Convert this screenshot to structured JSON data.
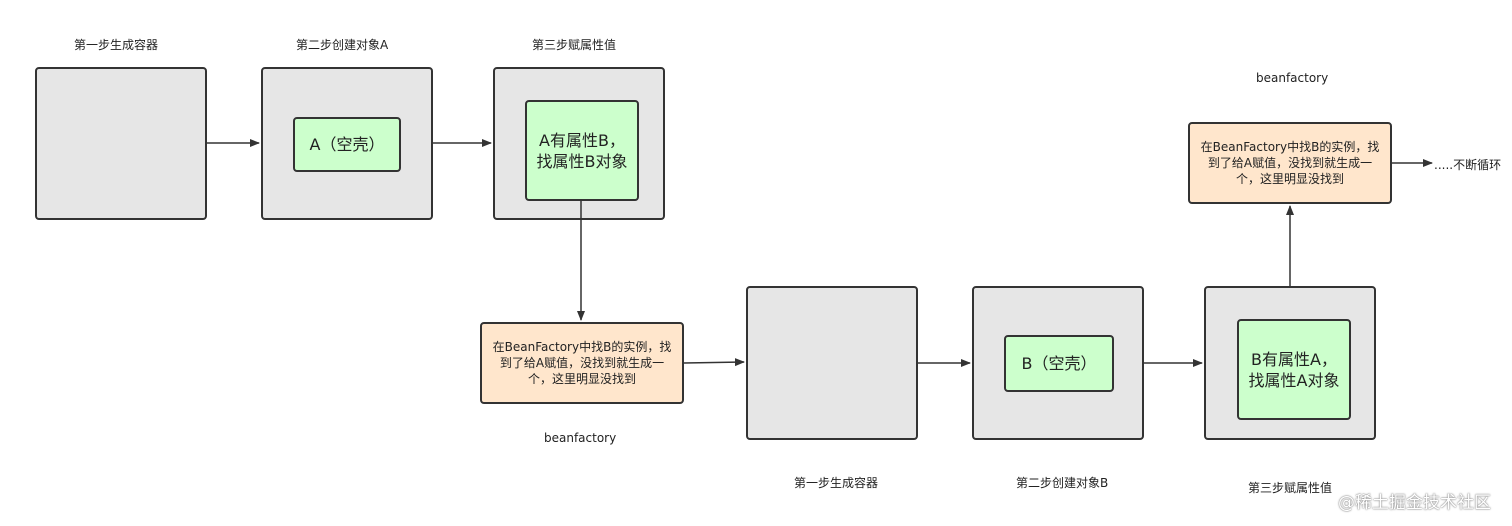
{
  "top_row": {
    "step1_label": "第一步生成容器",
    "step2_label": "第二步创建对象A",
    "step3_label": "第三步赋属性值",
    "a_shell": "A（空壳）",
    "a_attr": "A有属性B，找属性B对象"
  },
  "factory_note_1": {
    "text": "在BeanFactory中找B的实例，找到了给A赋值，没找到就生成一个，这里明显没找到",
    "caption": "beanfactory"
  },
  "bottom_row": {
    "step1_label": "第一步生成容器",
    "step2_label": "第二步创建对象B",
    "step3_label": "第三步赋属性值",
    "b_shell": "B（空壳）",
    "b_attr": "B有属性A，找属性A对象"
  },
  "factory_note_2": {
    "text": "在BeanFactory中找B的实例，找到了给A赋值，没找到就生成一个，这里明显没找到",
    "caption": "beanfactory",
    "loop_text": ".....不断循环"
  },
  "watermark": "@稀土掘金技术社区",
  "colors": {
    "container_fill": "#e6e6e6",
    "object_fill": "#ccffcc",
    "note_fill": "#ffe6cc",
    "stroke": "#333333"
  }
}
